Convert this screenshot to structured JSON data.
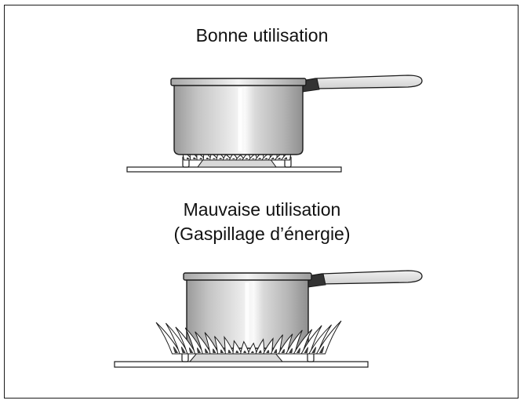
{
  "figure": {
    "good_usage": {
      "caption": "Bonne utilisation"
    },
    "bad_usage": {
      "caption_line1": "Mauvaise utilisation",
      "caption_line2": "(Gaspillage d’énergie)"
    }
  },
  "colors": {
    "outline": "#1a1a1a",
    "pot_shadow": "#8c8c8c",
    "pot_highlight": "#f2f2f2",
    "handle_dark": "#333333",
    "flame_fill": "#ffffff",
    "flame_inner": "#3a3a3a",
    "burner_base": "#d8d8d8"
  },
  "icons": [
    "saucepan-icon",
    "gas-burner-icon",
    "flame-icon"
  ]
}
